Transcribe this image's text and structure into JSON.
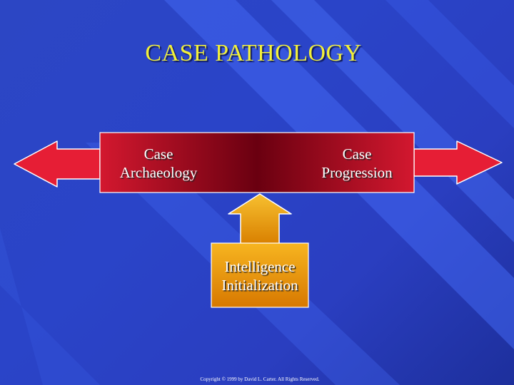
{
  "title": "CASE PATHOLOGY",
  "diagram": {
    "left_label_line1": "Case",
    "left_label_line2": "Archaeology",
    "right_label_line1": "Case",
    "right_label_line2": "Progression",
    "bottom_label_line1": "Intelligence",
    "bottom_label_line2": "Initialization"
  },
  "copyright": "Copyright © 1999 by David L. Carter. All Rights Reserved.",
  "colors": {
    "background": "#2a44c8",
    "title": "#f2f03a",
    "red_bar": "#c8102e",
    "orange_box": "#f0a010"
  }
}
